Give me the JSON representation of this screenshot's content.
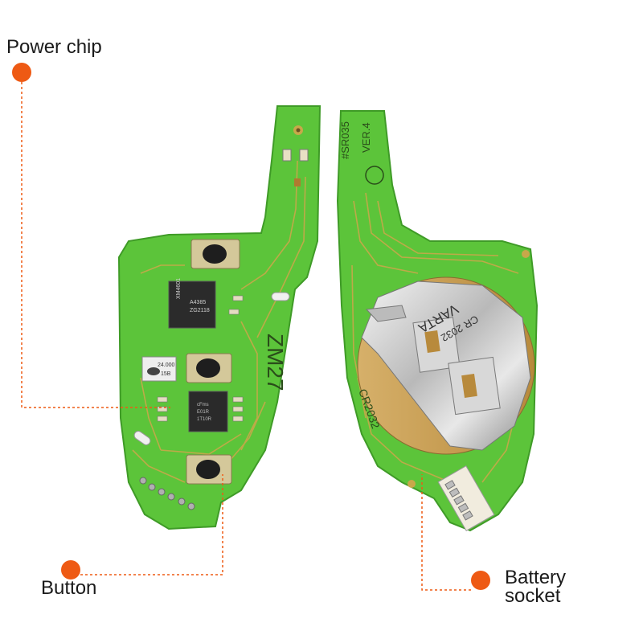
{
  "callouts": {
    "power_chip": "Power chip",
    "button": "Button",
    "battery_line1": "Battery",
    "battery_line2": "socket"
  },
  "board_left": {
    "chip_text": [
      "XM4601",
      "A4385",
      "ZG2118"
    ],
    "crystal_text": [
      "24.000",
      "15B"
    ],
    "rf_text": [
      "cFms",
      "E01R",
      "1T10R"
    ],
    "silk_text": "ZM27"
  },
  "board_right": {
    "silk_text": [
      "#SR035",
      "VER.4"
    ],
    "battery_marking": [
      "VARTA",
      "CR 2032"
    ],
    "board_marking": "CR2032"
  },
  "colors": {
    "pcb_green": "#5cc43a",
    "trace_gold": "#c8a84a",
    "callout_orange": "#ee5a14"
  }
}
